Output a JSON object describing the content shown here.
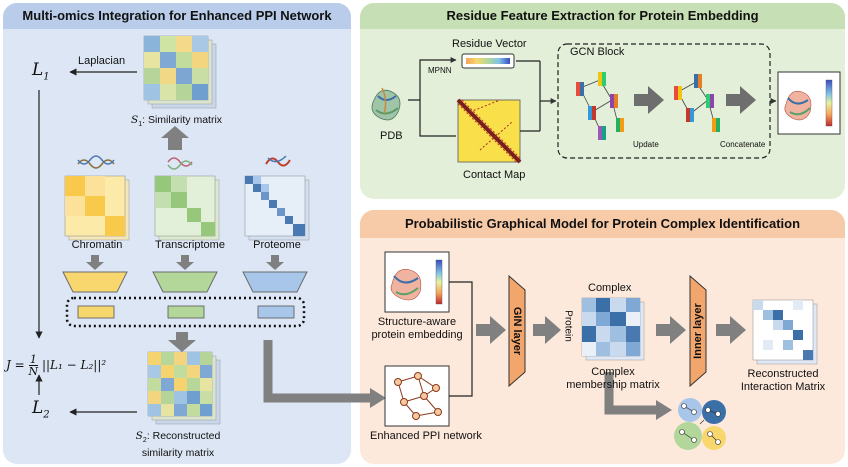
{
  "left_panel": {
    "title": "Multi-omics Integration for Enhanced PPI Network",
    "l1": "L",
    "l1_sub": "1",
    "laplacian": "Laplacian",
    "s1_sym": "S",
    "s1_sub": "1",
    "s1_label": ": Similarity matrix",
    "omics": [
      "Chromatin",
      "Transcriptome",
      "Proteome"
    ],
    "loss_j": "J =",
    "loss_frac_num": "1",
    "loss_frac_den": "N",
    "loss_rest": "||L₁ − L₂||²",
    "l2": "L",
    "l2_sub": "2",
    "s2_sym": "S",
    "s2_sub": "2",
    "s2_label": ": Reconstructed",
    "s2_label2": "similarity matrix"
  },
  "top_right_panel": {
    "title": "Residue Feature Extraction for Protein Embedding",
    "residue_vector": "Residue Vector",
    "mpnn": "MPNN",
    "pdb": "PDB",
    "contact_map": "Contact Map",
    "gcn_block": "GCN Block",
    "update": "Update",
    "concatenate": "Concatenate"
  },
  "bottom_right_panel": {
    "title": "Probabilistic Graphical Model for Protein Complex Identification",
    "structure_label1": "Structure-aware",
    "structure_label2": "protein embedding",
    "ppi_label": "Enhanced PPI network",
    "gin_layer": "GIN layer",
    "complex": "Complex",
    "protein": "Protein",
    "membership1": "Complex",
    "membership2": "membership matrix",
    "inner_layer": "Inner layer",
    "reconstructed1": "Reconstructed",
    "reconstructed2": "Interaction Matrix"
  },
  "colors": {
    "left_bg": "#dce6f4",
    "left_title": "#b9cdea",
    "top_right_bg": "#e3efd9",
    "top_right_title": "#c7dfb4",
    "bottom_right_bg": "#fde9dc",
    "bottom_right_title": "#f7caa8",
    "chromatin": "#f8d76e",
    "transcriptome": "#b3d79a",
    "proteome": "#a7c6ea",
    "layer_orange": "#f2a66c",
    "arrow_gray": "#808080"
  }
}
